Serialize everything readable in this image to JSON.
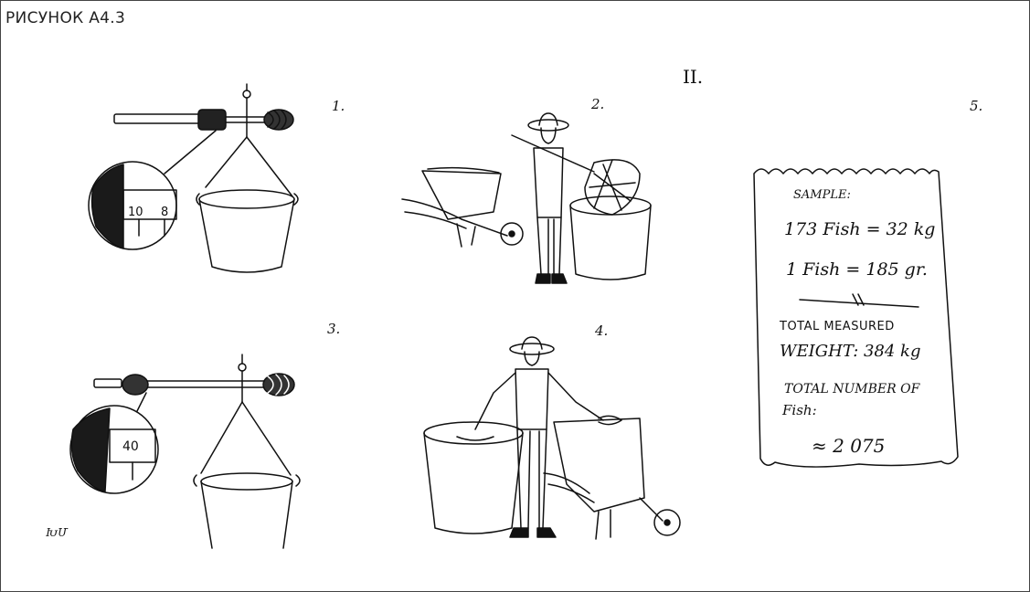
{
  "figure": {
    "title": "РИСУНОК А4.3",
    "roman_numeral": "II.",
    "signature": "ԽՄ"
  },
  "panels": [
    {
      "number": "1.",
      "scale_readings": [
        "10",
        "8"
      ]
    },
    {
      "number": "2."
    },
    {
      "number": "3.",
      "scale_readings": [
        "40"
      ]
    },
    {
      "number": "4."
    },
    {
      "number": "5."
    }
  ],
  "note": {
    "heading": "SAMPLE:",
    "line1": "173 Fish = 32 kg",
    "line2": "1 Fish = 185 gr.",
    "line3_a": "TOTAL MEASURED",
    "line3_b": "WEIGHT: 384 kg",
    "line4_a": "TOTAL NUMBER OF",
    "line4_b": "Fish:",
    "line5": "≈ 2 075"
  },
  "colors": {
    "ink": "#111111",
    "paper": "#ffffff",
    "border": "#444444"
  }
}
